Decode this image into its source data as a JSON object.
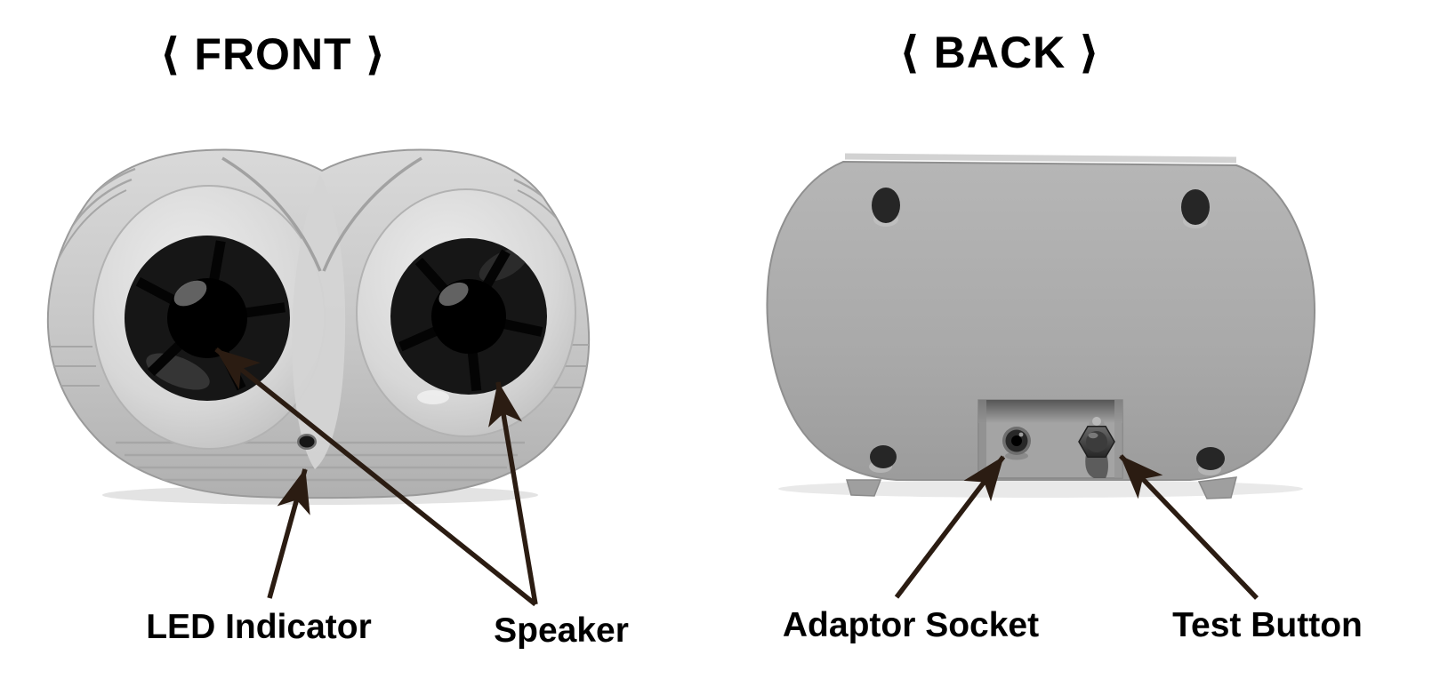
{
  "front": {
    "title": "⟨ FRONT ⟩",
    "led_label": "LED Indicator",
    "speaker_label": "Speaker"
  },
  "back": {
    "title": "⟨ BACK ⟩",
    "adaptor_label": "Adaptor Socket",
    "test_label": "Test Button"
  },
  "colors": {
    "background": "#ffffff",
    "text": "#000000",
    "arrow": "#2b1c12",
    "front_body": "#c9c9c9",
    "back_body": "#a9a9a9",
    "speaker_black": "#0d0d0d"
  }
}
